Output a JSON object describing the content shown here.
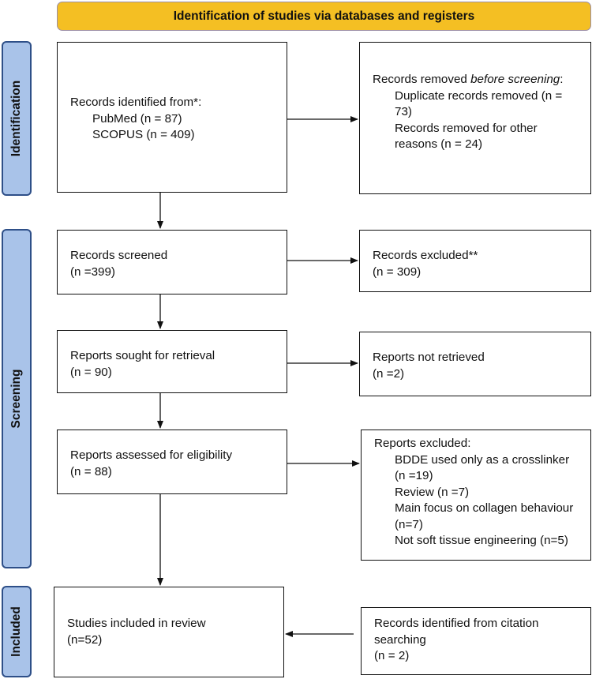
{
  "header": {
    "title": "Identification of studies via databases and registers"
  },
  "phases": {
    "identification": "Identification",
    "screening": "Screening",
    "included": "Included"
  },
  "boxes": {
    "records_identified": {
      "title": "Records identified from*:",
      "items": [
        "PubMed (n = 87)",
        "SCOPUS (n = 409)"
      ]
    },
    "records_removed": {
      "title_prefix": "Records removed ",
      "title_italic": "before screening",
      "title_suffix": ":",
      "items": [
        "Duplicate records removed (n = 73)",
        "Records removed for other reasons (n = 24)"
      ]
    },
    "records_screened": {
      "line1": "Records screened",
      "line2": "(n =399)"
    },
    "records_excluded": {
      "line1": "Records excluded**",
      "line2": "(n = 309)"
    },
    "reports_sought": {
      "line1": "Reports sought for retrieval",
      "line2": "(n = 90)"
    },
    "reports_not_retrieved": {
      "line1": "Reports not retrieved",
      "line2": "(n =2)"
    },
    "reports_assessed": {
      "line1": "Reports assessed for eligibility",
      "line2": "(n = 88)"
    },
    "reports_excluded": {
      "title": "Reports excluded:",
      "items": [
        "BDDE used only as a crosslinker (n =19)",
        "Review (n =7)",
        "Main focus on collagen behaviour (n=7)",
        "Not soft tissue engineering (n=5)"
      ]
    },
    "studies_included": {
      "line1": "Studies included in review",
      "line2": "(n=52)"
    },
    "citation_search": {
      "line1": "Records identified from citation searching",
      "line2": "(n = 2)"
    }
  }
}
